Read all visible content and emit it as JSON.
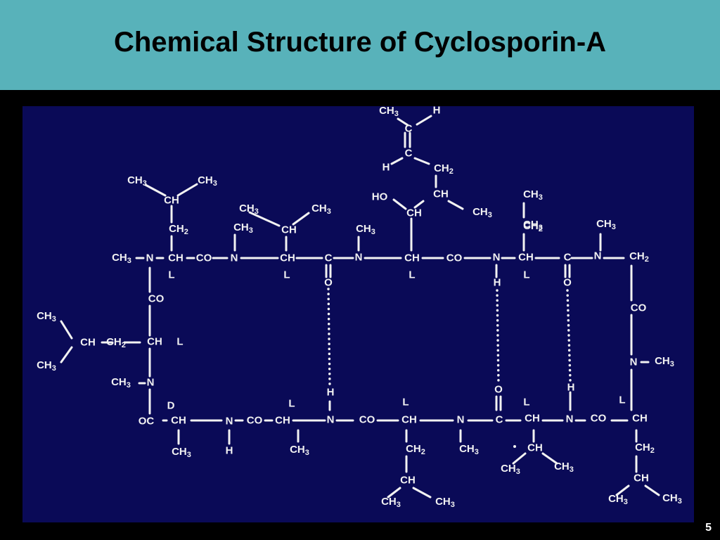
{
  "slide": {
    "title": "Chemical Structure of Cyclosporin-A",
    "page_number": "5"
  },
  "colors": {
    "header_bg": "#58b2ba",
    "panel_bg": "#0a0a57",
    "ink": "#f2f2f2"
  },
  "atoms": [
    {
      "id": "a1",
      "text": "CH3"
    },
    {
      "id": "a2",
      "text": "H"
    },
    {
      "id": "a3",
      "text": "C"
    },
    {
      "id": "a4",
      "text": "C"
    },
    {
      "id": "a5",
      "text": "H"
    },
    {
      "id": "a6",
      "text": "CH2"
    },
    {
      "id": "a7",
      "text": "HO"
    },
    {
      "id": "a8",
      "text": "CH"
    },
    {
      "id": "a9",
      "text": "CH"
    },
    {
      "id": "a10",
      "text": "CH3"
    },
    {
      "id": "a11",
      "text": "CH3"
    },
    {
      "id": "a12",
      "text": "CH3"
    },
    {
      "id": "a13",
      "text": "CH"
    },
    {
      "id": "a14",
      "text": "CH2"
    },
    {
      "id": "a15",
      "text": "CH3"
    },
    {
      "id": "a16",
      "text": "CH3"
    },
    {
      "id": "a17",
      "text": "CH3"
    },
    {
      "id": "a18",
      "text": "CH"
    },
    {
      "id": "a19",
      "text": "CH3"
    },
    {
      "id": "a20",
      "text": "CH3"
    },
    {
      "id": "a21",
      "text": "CH3"
    },
    {
      "id": "a22",
      "text": "CH2"
    },
    {
      "id": "a23",
      "text": "CH3"
    },
    {
      "id": "a24",
      "text": "CH3"
    },
    {
      "id": "a25",
      "text": "N"
    },
    {
      "id": "a26",
      "text": "CH"
    },
    {
      "id": "a27",
      "text": "CO"
    },
    {
      "id": "a28",
      "text": "N"
    },
    {
      "id": "a29",
      "text": "CH"
    },
    {
      "id": "a30",
      "text": "C"
    },
    {
      "id": "a31",
      "text": "N"
    },
    {
      "id": "a32",
      "text": "CH"
    },
    {
      "id": "a33",
      "text": "CO"
    },
    {
      "id": "a34",
      "text": "N"
    },
    {
      "id": "a35",
      "text": "CH"
    },
    {
      "id": "a36",
      "text": "C"
    },
    {
      "id": "a37",
      "text": "N"
    },
    {
      "id": "a38",
      "text": "CH2"
    },
    {
      "id": "a39",
      "text": "L"
    },
    {
      "id": "a40",
      "text": "L"
    },
    {
      "id": "a41",
      "text": "O"
    },
    {
      "id": "a42",
      "text": "L"
    },
    {
      "id": "a43",
      "text": "H"
    },
    {
      "id": "a44",
      "text": "L"
    },
    {
      "id": "a45",
      "text": "O"
    },
    {
      "id": "a46",
      "text": "CO"
    },
    {
      "id": "a47",
      "text": "CH3"
    },
    {
      "id": "a48",
      "text": "CH"
    },
    {
      "id": "a49",
      "text": "CH2"
    },
    {
      "id": "a50",
      "text": "CH"
    },
    {
      "id": "a51",
      "text": "L"
    },
    {
      "id": "a52",
      "text": "CH3"
    },
    {
      "id": "a53",
      "text": "CH3"
    },
    {
      "id": "a54",
      "text": "N"
    },
    {
      "id": "a55",
      "text": "CO"
    },
    {
      "id": "a56",
      "text": "N"
    },
    {
      "id": "a57",
      "text": "CH3"
    },
    {
      "id": "a58",
      "text": "H"
    },
    {
      "id": "a59",
      "text": "O"
    },
    {
      "id": "a60",
      "text": "H"
    },
    {
      "id": "a61",
      "text": "D"
    },
    {
      "id": "a62",
      "text": "L"
    },
    {
      "id": "a63",
      "text": "L"
    },
    {
      "id": "a64",
      "text": "L"
    },
    {
      "id": "a65",
      "text": "L"
    },
    {
      "id": "a66",
      "text": "OC"
    },
    {
      "id": "a67",
      "text": "CH"
    },
    {
      "id": "a68",
      "text": "N"
    },
    {
      "id": "a69",
      "text": "CO"
    },
    {
      "id": "a70",
      "text": "CH"
    },
    {
      "id": "a71",
      "text": "N"
    },
    {
      "id": "a72",
      "text": "CO"
    },
    {
      "id": "a73",
      "text": "CH"
    },
    {
      "id": "a74",
      "text": "N"
    },
    {
      "id": "a75",
      "text": "C"
    },
    {
      "id": "a76",
      "text": "CH"
    },
    {
      "id": "a77",
      "text": "N"
    },
    {
      "id": "a78",
      "text": "CO"
    },
    {
      "id": "a79",
      "text": "CH"
    },
    {
      "id": "a80",
      "text": "CH3"
    },
    {
      "id": "a81",
      "text": "H"
    },
    {
      "id": "a82",
      "text": "CH3"
    },
    {
      "id": "a83",
      "text": "CH2"
    },
    {
      "id": "a84",
      "text": "CH3"
    },
    {
      "id": "a85",
      "text": "CH"
    },
    {
      "id": "a86",
      "text": "CH2"
    },
    {
      "id": "a87",
      "text": "CH"
    },
    {
      "id": "a88",
      "text": "CH3"
    },
    {
      "id": "a89",
      "text": "CH3"
    },
    {
      "id": "a90",
      "text": "CH"
    },
    {
      "id": "a91",
      "text": "CH3"
    },
    {
      "id": "a92",
      "text": "CH3"
    },
    {
      "id": "a93",
      "text": "CH3"
    },
    {
      "id": "a94",
      "text": "CH3"
    }
  ]
}
